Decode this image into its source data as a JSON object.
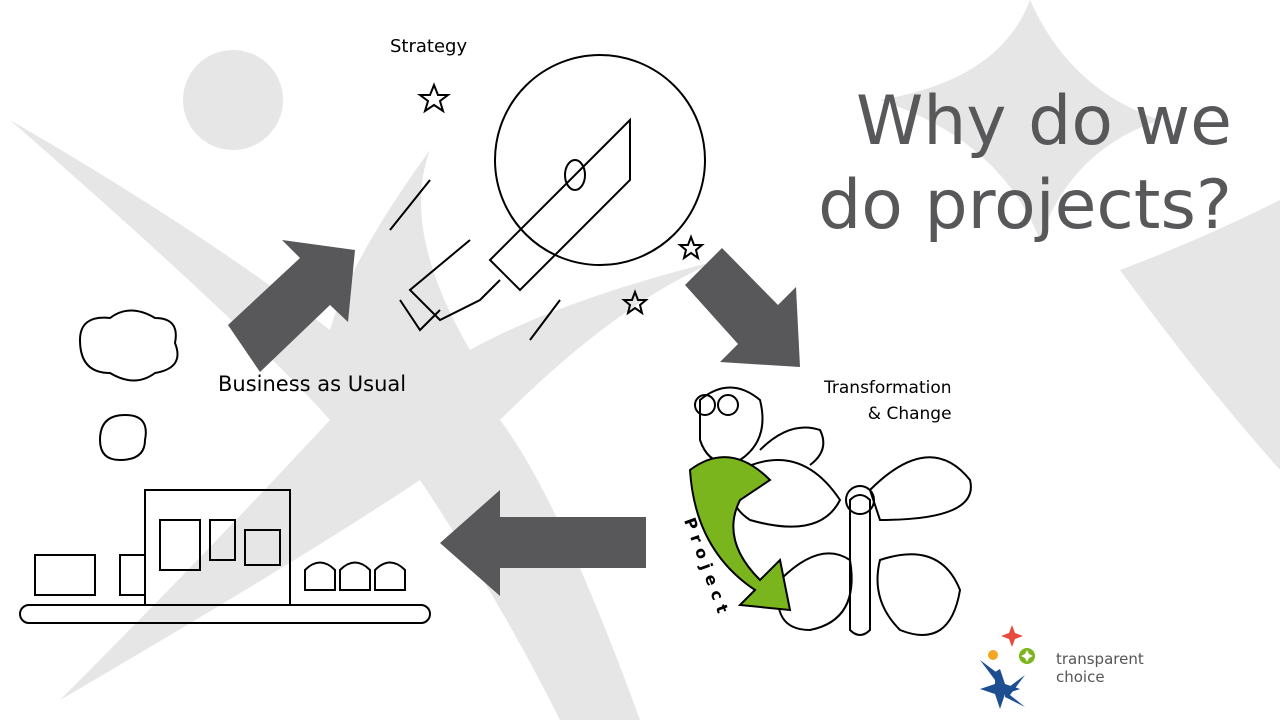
{
  "slide": {
    "title_line1": "Why do we",
    "title_line2": "do projects?",
    "labels": {
      "strategy": "Strategy",
      "business_as_usual": "Business as Usual",
      "transformation_line1": "Transformation",
      "transformation_line2": "& Change",
      "project": "Project"
    },
    "logo": {
      "line1": "transparent",
      "line2": "choice"
    },
    "colors": {
      "arrow": "#58585a",
      "background_shape": "#e6e6e6",
      "project_green": "#7ab51d"
    }
  }
}
